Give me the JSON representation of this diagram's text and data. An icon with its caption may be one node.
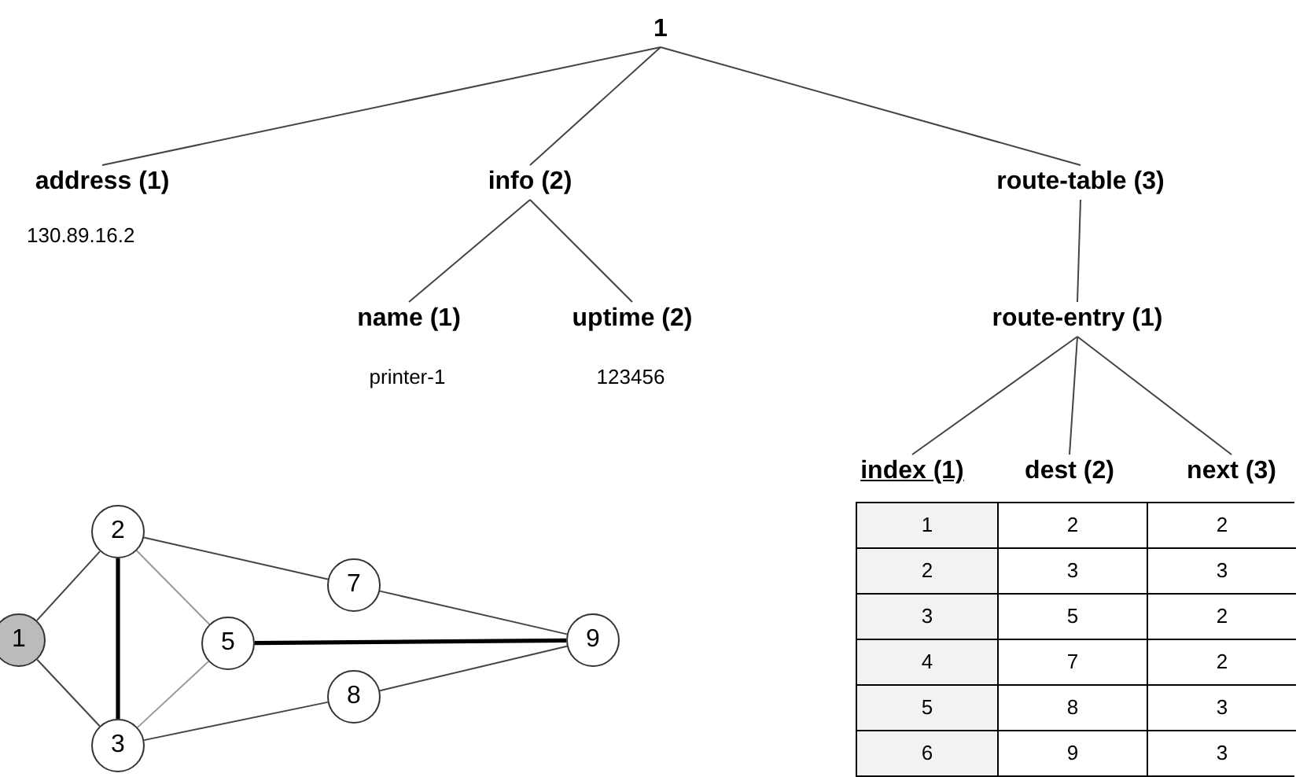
{
  "diagram": {
    "nodes": [
      {
        "text": [
          "1"
        ]
      },
      {
        "text": [
          "address (1)"
        ],
        "beside": [
          "130.89.16.2"
        ]
      },
      {
        "text": [
          "info (2)"
        ]
      },
      {
        "text": [
          "route-table (3)"
        ]
      },
      {
        "text": [
          "name (1)"
        ],
        "beside": [
          "printer-1"
        ]
      },
      {
        "text": [
          "uptime (2)"
        ],
        "beside": [
          "123456"
        ]
      },
      {
        "text": [
          "route-entry (1)"
        ]
      },
      {
        "text": [
          "index (1)"
        ]
      },
      {
        "text": [
          "dest (2)"
        ]
      },
      {
        "text": [
          "next (3)"
        ]
      },
      {
        "text": [
          "1"
        ]
      },
      {
        "text": [
          "2"
        ]
      },
      {
        "text": [
          "3"
        ]
      },
      {
        "text": [
          "5"
        ]
      },
      {
        "text": [
          "7"
        ]
      },
      {
        "text": [
          "8"
        ]
      },
      {
        "text": [
          "9"
        ]
      }
    ],
    "edges": [
      {
        "from": 0,
        "to": 1,
        "arrow": "none"
      },
      {
        "from": 0,
        "to": 2,
        "arrow": "none"
      },
      {
        "from": 0,
        "to": 3,
        "arrow": "none"
      },
      {
        "from": 2,
        "to": 4,
        "arrow": "none"
      },
      {
        "from": 2,
        "to": 5,
        "arrow": "none"
      },
      {
        "from": 3,
        "to": 6,
        "arrow": "none"
      },
      {
        "from": 6,
        "to": 7,
        "arrow": "none"
      },
      {
        "from": 6,
        "to": 8,
        "arrow": "none"
      },
      {
        "from": 6,
        "to": 9,
        "arrow": "none"
      },
      {
        "from": 10,
        "to": 11,
        "arrow": "none"
      },
      {
        "from": 10,
        "to": 12,
        "arrow": "none"
      },
      {
        "from": 11,
        "to": 12,
        "arrow": "none",
        "style": "thick"
      },
      {
        "from": 11,
        "to": 13,
        "arrow": "none",
        "color": "#999999"
      },
      {
        "from": 12,
        "to": 13,
        "arrow": "none",
        "color": "#999999"
      },
      {
        "from": 11,
        "to": 14,
        "arrow": "none"
      },
      {
        "from": 13,
        "to": 16,
        "arrow": "none",
        "style": "thick"
      },
      {
        "from": 12,
        "to": 15,
        "arrow": "none"
      },
      {
        "from": 14,
        "to": 16,
        "arrow": "none"
      },
      {
        "from": 15,
        "to": 16,
        "arrow": "none"
      }
    ],
    "labels": [
      "1",
      "2",
      "2",
      "2",
      "3",
      "3",
      "3",
      "5",
      "2",
      "4",
      "7",
      "2",
      "5",
      "8",
      "3",
      "6",
      "9",
      "3"
    ]
  }
}
